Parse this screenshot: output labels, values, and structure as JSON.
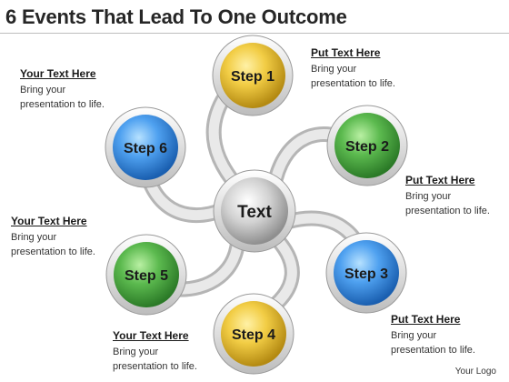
{
  "title": "6 Events That Lead To One Outcome",
  "center": {
    "label": "Text"
  },
  "steps": [
    {
      "label": "Step 1",
      "color": "yellow"
    },
    {
      "label": "Step 2",
      "color": "green"
    },
    {
      "label": "Step 3",
      "color": "blue"
    },
    {
      "label": "Step 4",
      "color": "yellow"
    },
    {
      "label": "Step 5",
      "color": "green"
    },
    {
      "label": "Step 6",
      "color": "blue"
    }
  ],
  "notes": [
    {
      "heading": "Put Text Here",
      "body": "Bring your presentation to life."
    },
    {
      "heading": "Your Text Here",
      "body": "Bring your presentation to life."
    },
    {
      "heading": "Put Text Here",
      "body": "Bring your presentation to life."
    },
    {
      "heading": "Your Text Here",
      "body": "Bring your presentation to life."
    },
    {
      "heading": "Put Text Here",
      "body": "Bring your presentation to life."
    },
    {
      "heading": "Your Text Here",
      "body": "Bring your presentation to life."
    }
  ],
  "footer": {
    "logo": "Your Logo"
  },
  "colors": {
    "yellow": "#e2b62a",
    "green": "#3f9e3a",
    "blue": "#2f7fd6",
    "center": "#a9a9a9",
    "arm": "#c8c8c8"
  }
}
